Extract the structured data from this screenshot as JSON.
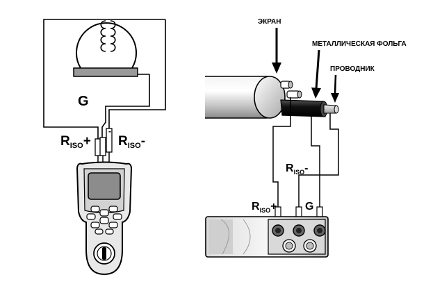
{
  "left_diagram": {
    "ground_label": "G",
    "riso_plus": {
      "main": "R",
      "sub": "ISO",
      "sign": "+"
    },
    "riso_minus": {
      "main": "R",
      "sub": "ISO",
      "sign": "-"
    },
    "center_sign": "-"
  },
  "right_diagram": {
    "screen_label": "ЭКРАН",
    "foil_label": "МЕТАЛЛИЧЕСКАЯ ФОЛЬГА",
    "conductor_label": "ПРОВОДНИК",
    "riso_minus": {
      "main": "R",
      "sub": "ISO",
      "sign": "-"
    },
    "riso_plus": {
      "main": "R",
      "sub": "ISO",
      "sign": "+"
    },
    "ground_label": "G"
  }
}
